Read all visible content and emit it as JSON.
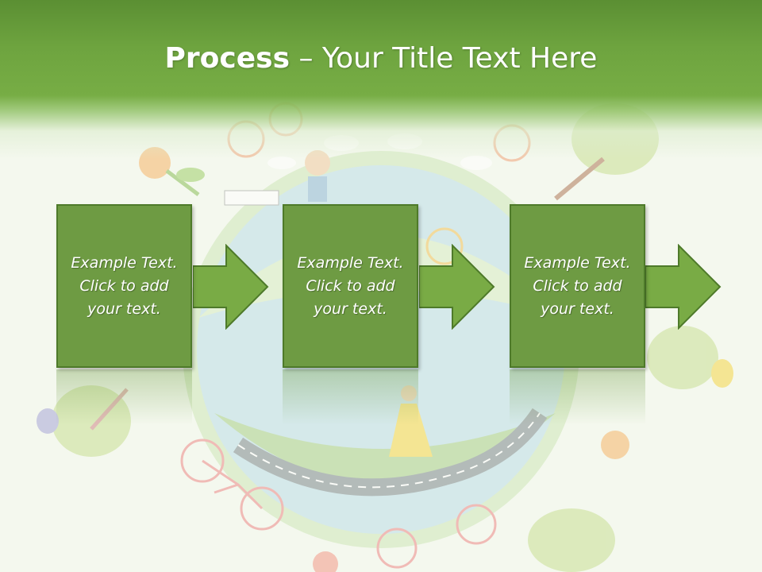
{
  "slide": {
    "title_bold": "Process",
    "title_rest": " – Your Title Text Here",
    "steps": [
      {
        "line1": "Example Text.",
        "line2": "Click  to add",
        "line3": "your text."
      },
      {
        "line1": "Example Text.",
        "line2": "Click  to add",
        "line3": "your text."
      },
      {
        "line1": "Example Text.",
        "line2": "Click  to add",
        "line3": "your text."
      }
    ]
  },
  "colors": {
    "title_band": "#6ea43f",
    "box_fill": "#6e9b43",
    "box_border": "#4e7a2a",
    "arrow_fill": "#79ab45",
    "title_text": "#ffffff"
  }
}
